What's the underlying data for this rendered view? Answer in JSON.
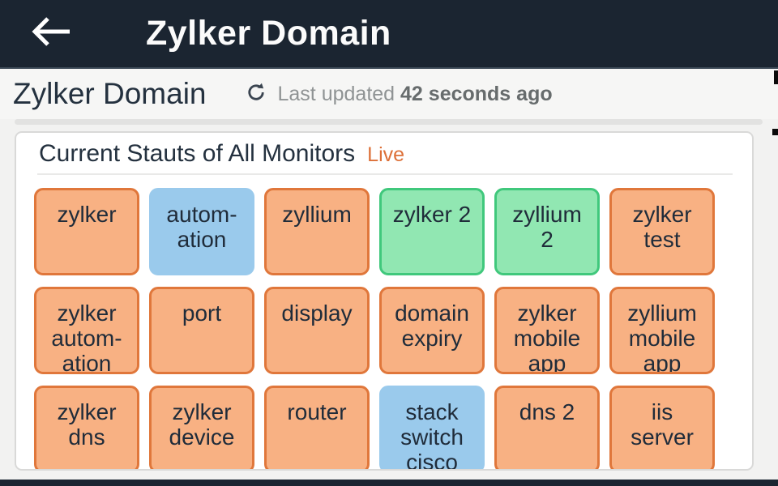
{
  "app_bar": {
    "back_icon": "arrow-left-icon",
    "title": "Zylker Domain"
  },
  "page_header": {
    "title": "Zylker Domain",
    "refresh_icon": "refresh-icon",
    "last_updated_label": "Last updated",
    "last_updated_value": "42 seconds ago"
  },
  "monitors_card": {
    "title": "Current Stauts of All Monitors",
    "live_label": "Live",
    "status_colors": {
      "orange": {
        "fill": "#f8b183",
        "border": "#e0773b"
      },
      "blue": {
        "fill": "#9acaec",
        "border": "#9acaec"
      },
      "green": {
        "fill": "#91e7b2",
        "border": "#40c87c"
      }
    },
    "tiles": [
      {
        "label": "zylker",
        "status": "orange"
      },
      {
        "label": "autom-\nation",
        "status": "blue"
      },
      {
        "label": "zyllium",
        "status": "orange"
      },
      {
        "label": "zylker 2",
        "status": "green"
      },
      {
        "label": "zyllium\n2",
        "status": "green"
      },
      {
        "label": "zylker\ntest",
        "status": "orange"
      },
      {
        "label": "zylker\nautom-\nation",
        "status": "orange"
      },
      {
        "label": "port",
        "status": "orange"
      },
      {
        "label": "display",
        "status": "orange"
      },
      {
        "label": "domain\nexpiry",
        "status": "orange"
      },
      {
        "label": "zylker\nmobile\napp",
        "status": "orange"
      },
      {
        "label": "zyllium\nmobile\napp",
        "status": "orange"
      },
      {
        "label": "zylker\ndns",
        "status": "orange"
      },
      {
        "label": "zylker\ndevice",
        "status": "orange"
      },
      {
        "label": "router",
        "status": "orange"
      },
      {
        "label": "stack\nswitch\ncisco",
        "status": "blue"
      },
      {
        "label": "dns 2",
        "status": "orange"
      },
      {
        "label": "iis\nserver",
        "status": "orange"
      }
    ]
  },
  "theme": {
    "app_bar_bg": "#1b2531",
    "card_bg": "#ffffff",
    "page_bg": "#f2f2f1",
    "live_accent": "#dd7038",
    "text_dark": "#24313f",
    "muted_text": "#8f9394"
  }
}
